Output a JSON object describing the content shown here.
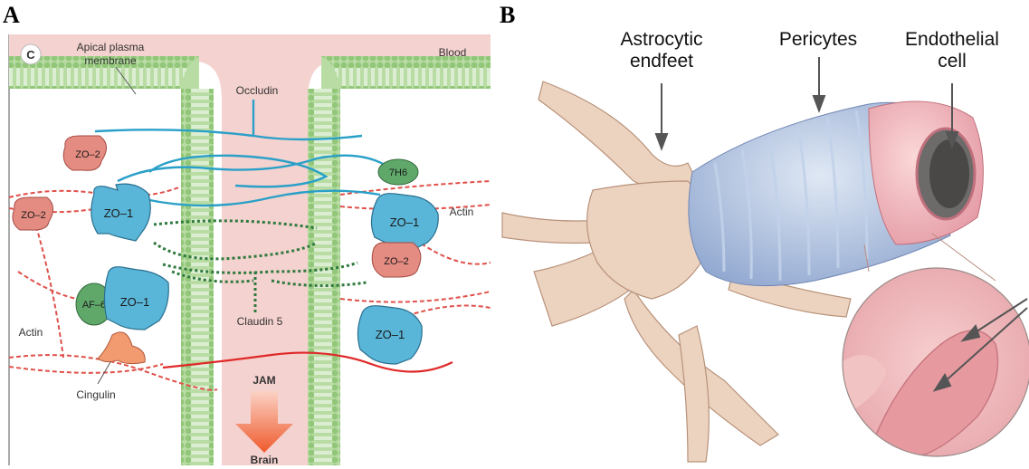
{
  "panels": {
    "a": "A",
    "b": "B"
  },
  "panel_a": {
    "inset_letter": "C",
    "apical_membrane": [
      "Apical plasma",
      "membrane"
    ],
    "blood": "Blood",
    "occludin": "Occludin",
    "claudin": "Claudin 5",
    "actin_right": "Actin",
    "actin_left": "Actin",
    "cingulin": "Cingulin",
    "jam": "JAM",
    "brain": "Brain",
    "zo2_top": "ZO–2",
    "zo2_left": "ZO–2",
    "zo2_right": "ZO–2",
    "zo1_left_top": "ZO–1",
    "zo1_left_bottom": "ZO–1",
    "zo1_right_top": "ZO–1",
    "zo1_right_bottom": "ZO–1",
    "sevenh6": "7H6",
    "af6": "AF–6",
    "colors": {
      "blood": "#f4d2cf",
      "membrane": "#9fcf8a",
      "zo1": "#5ab6d8",
      "zo2": "#e58c82",
      "claudin": "#2f7a3e",
      "occludin": "#2aa0c8",
      "actin": "#e0504a",
      "jam": "#e02828"
    }
  },
  "panel_b": {
    "astrocytic": [
      "Astrocytic",
      "endfeet"
    ],
    "pericytes": "Pericytes",
    "endothelial": [
      "Endothelial",
      "cell"
    ]
  }
}
